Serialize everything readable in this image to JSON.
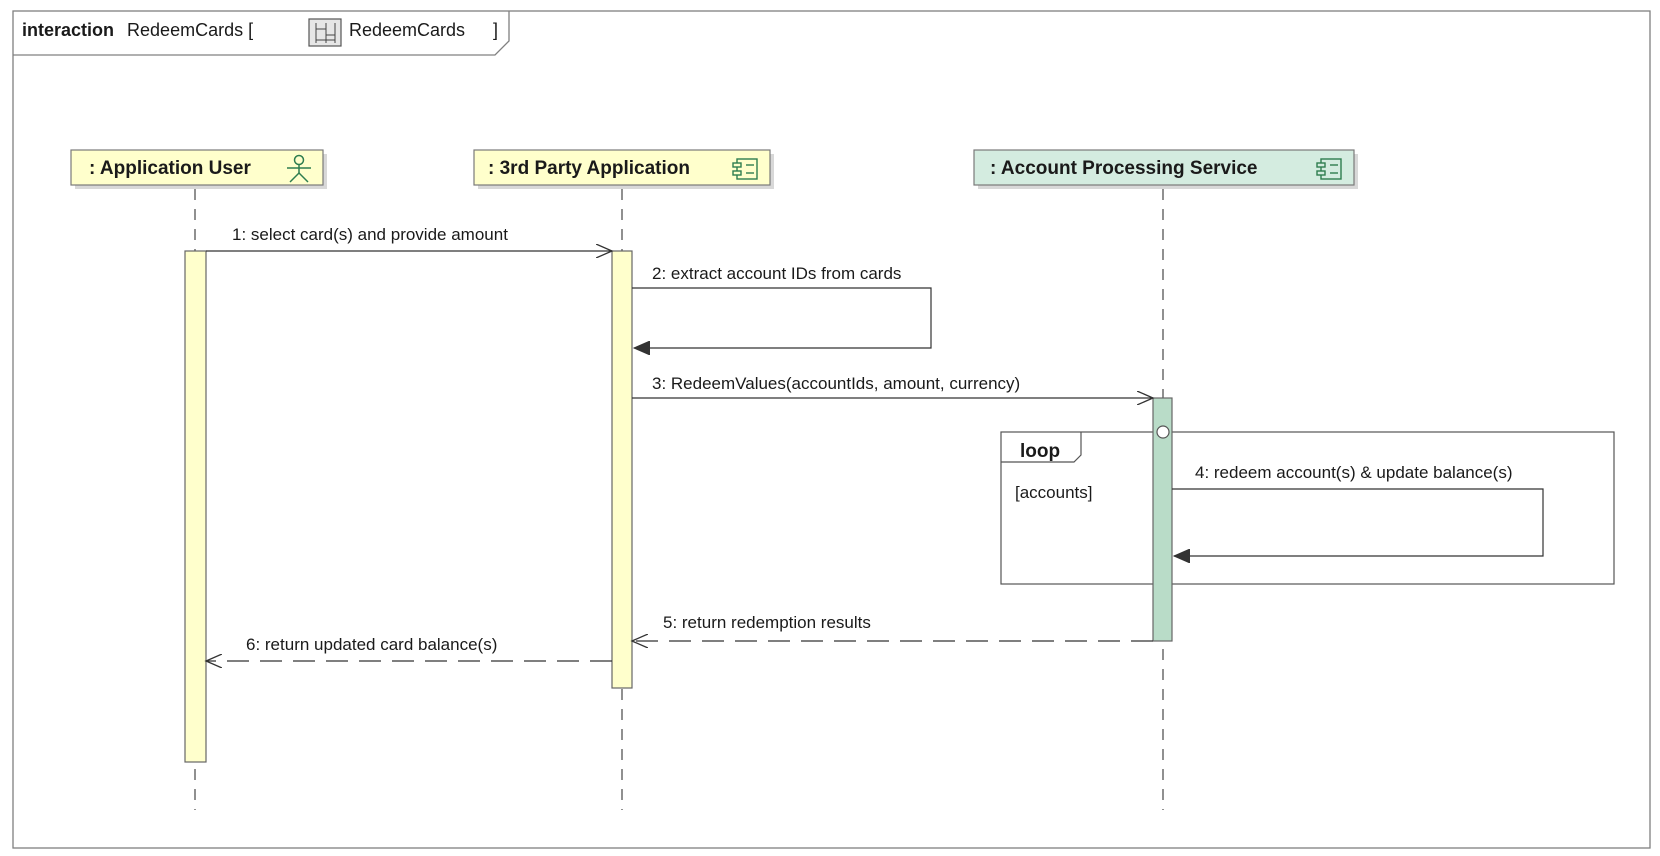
{
  "frame": {
    "keyword": "interaction",
    "name": "RedeemCards [",
    "ref_name": "RedeemCards",
    "close": "]"
  },
  "lifelines": [
    {
      "id": "user",
      "label": ": Application User",
      "icon": "actor-icon",
      "fill": "#ffffcc"
    },
    {
      "id": "app",
      "label": ": 3rd Party Application",
      "icon": "component-icon",
      "fill": "#ffffcc"
    },
    {
      "id": "svc",
      "label": ": Account Processing Service",
      "icon": "component-icon",
      "fill": "#d4ece0"
    }
  ],
  "messages": [
    {
      "label": "1: select card(s) and provide amount",
      "kind": "sync"
    },
    {
      "label": "2: extract account IDs from cards",
      "kind": "self"
    },
    {
      "label": "3: RedeemValues(accountIds, amount, currency)",
      "kind": "sync"
    },
    {
      "label": "4: redeem account(s) & update balance(s)",
      "kind": "self"
    },
    {
      "label": "5: return redemption results",
      "kind": "reply"
    },
    {
      "label": "6: return updated card balance(s)",
      "kind": "reply"
    }
  ],
  "fragment": {
    "operator": "loop",
    "guard": "[accounts]"
  },
  "colors": {
    "activation_yellow": "#ffffcc",
    "activation_green": "#b9dcc8",
    "border": "#555555"
  }
}
